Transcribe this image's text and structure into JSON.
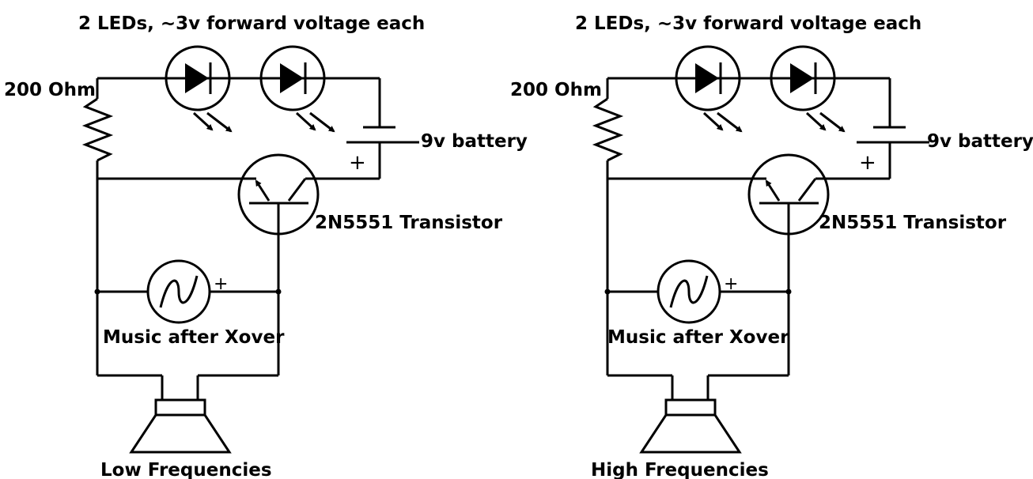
{
  "circuits": [
    {
      "leds_label": "2 LEDs, ~3v forward voltage each",
      "resistor_label": "200 Ohm",
      "battery_label": "9v battery",
      "battery_polarity": "+",
      "transistor_label": "2N5551 Transistor",
      "source_label": "Music after Xover",
      "source_polarity": "+",
      "speaker_label": "Low Frequencies"
    },
    {
      "leds_label": "2 LEDs, ~3v forward voltage each",
      "resistor_label": "200 Ohm",
      "battery_label": "9v battery",
      "battery_polarity": "+",
      "transistor_label": "2N5551 Transistor",
      "source_label": "Music after Xover",
      "source_polarity": "+",
      "speaker_label": "High Frequencies"
    }
  ]
}
